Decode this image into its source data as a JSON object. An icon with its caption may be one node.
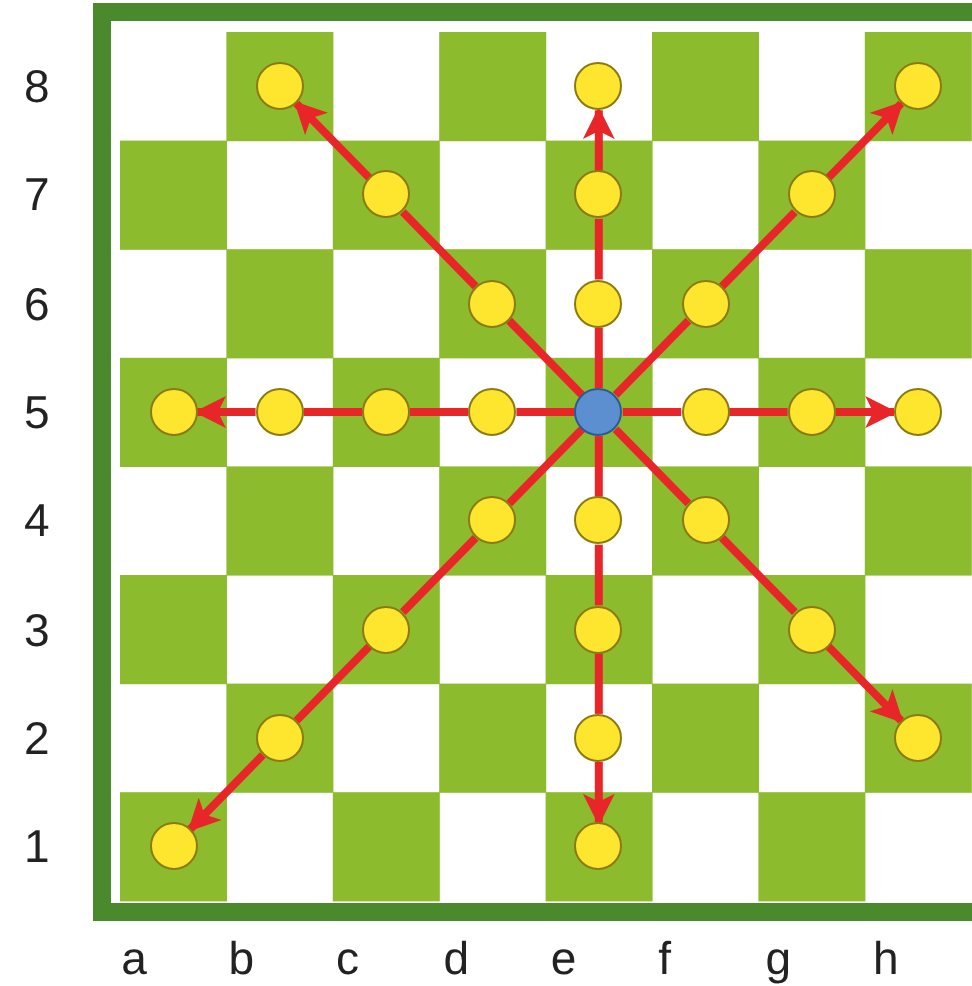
{
  "diagram": {
    "nodes": [
      {
        "text": [],
        "shape": "circle"
      },
      {
        "text": [],
        "shape": "circle"
      },
      {
        "text": [],
        "shape": "circle"
      },
      {
        "text": [],
        "shape": "circle"
      },
      {
        "text": [],
        "shape": "circle"
      },
      {
        "text": [],
        "shape": "circle"
      },
      {
        "text": [],
        "shape": "circle"
      },
      {
        "text": [],
        "shape": "circle"
      },
      {
        "text": [],
        "shape": "circle"
      },
      {
        "text": [],
        "shape": "circle"
      },
      {
        "text": [],
        "shape": "circle"
      },
      {
        "text": [],
        "shape": "circle"
      },
      {
        "text": [],
        "shape": "circle"
      },
      {
        "text": [],
        "shape": "circle"
      },
      {
        "text": [],
        "shape": "circle"
      },
      {
        "text": [],
        "shape": "circle"
      },
      {
        "text": [],
        "shape": "circle"
      },
      {
        "text": [],
        "shape": "circle"
      },
      {
        "text": [],
        "shape": "circle"
      },
      {
        "text": [],
        "shape": "circle"
      },
      {
        "text": [],
        "shape": "circle"
      },
      {
        "text": [],
        "shape": "circle"
      },
      {
        "text": [],
        "shape": "circle"
      },
      {
        "text": [],
        "shape": "circle"
      },
      {
        "text": [],
        "shape": "circle"
      },
      {
        "text": [],
        "shape": "circle"
      },
      {
        "text": [],
        "shape": "circle"
      },
      {
        "text": [],
        "shape": "circle"
      }
    ],
    "edges": [
      {
        "from": 13,
        "to": 6,
        "arrow": "none"
      },
      {
        "from": 6,
        "to": 3,
        "arrow": "none"
      },
      {
        "from": 3,
        "to": 0,
        "arrow": "to"
      },
      {
        "from": 13,
        "to": 7,
        "arrow": "none"
      },
      {
        "from": 7,
        "to": 4,
        "arrow": "none"
      },
      {
        "from": 4,
        "to": 1,
        "arrow": "to"
      },
      {
        "from": 13,
        "to": 8,
        "arrow": "none"
      },
      {
        "from": 8,
        "to": 5,
        "arrow": "none"
      },
      {
        "from": 5,
        "to": 2,
        "arrow": "to"
      },
      {
        "from": 13,
        "to": 12,
        "arrow": "none"
      },
      {
        "from": 12,
        "to": 11,
        "arrow": "none"
      },
      {
        "from": 11,
        "to": 10,
        "arrow": "none"
      },
      {
        "from": 10,
        "to": 9,
        "arrow": "to"
      },
      {
        "from": 13,
        "to": 14,
        "arrow": "none"
      },
      {
        "from": 14,
        "to": 15,
        "arrow": "none"
      },
      {
        "from": 15,
        "to": 16,
        "arrow": "to"
      },
      {
        "from": 13,
        "to": 17,
        "arrow": "none"
      },
      {
        "from": 17,
        "to": 20,
        "arrow": "none"
      },
      {
        "from": 20,
        "to": 23,
        "arrow": "none"
      },
      {
        "from": 23,
        "to": 26,
        "arrow": "to"
      },
      {
        "from": 13,
        "to": 18,
        "arrow": "none"
      },
      {
        "from": 18,
        "to": 21,
        "arrow": "none"
      },
      {
        "from": 21,
        "to": 24,
        "arrow": "none"
      },
      {
        "from": 24,
        "to": 27,
        "arrow": "to"
      },
      {
        "from": 13,
        "to": 19,
        "arrow": "none"
      },
      {
        "from": 19,
        "to": 22,
        "arrow": "none"
      },
      {
        "from": 22,
        "to": 25,
        "arrow": "to"
      }
    ],
    "labels": [
      "8",
      "7",
      "6",
      "5",
      "4",
      "3",
      "2",
      "1",
      "a",
      "b",
      "c",
      "d",
      "e",
      "f",
      "g",
      "h"
    ]
  }
}
